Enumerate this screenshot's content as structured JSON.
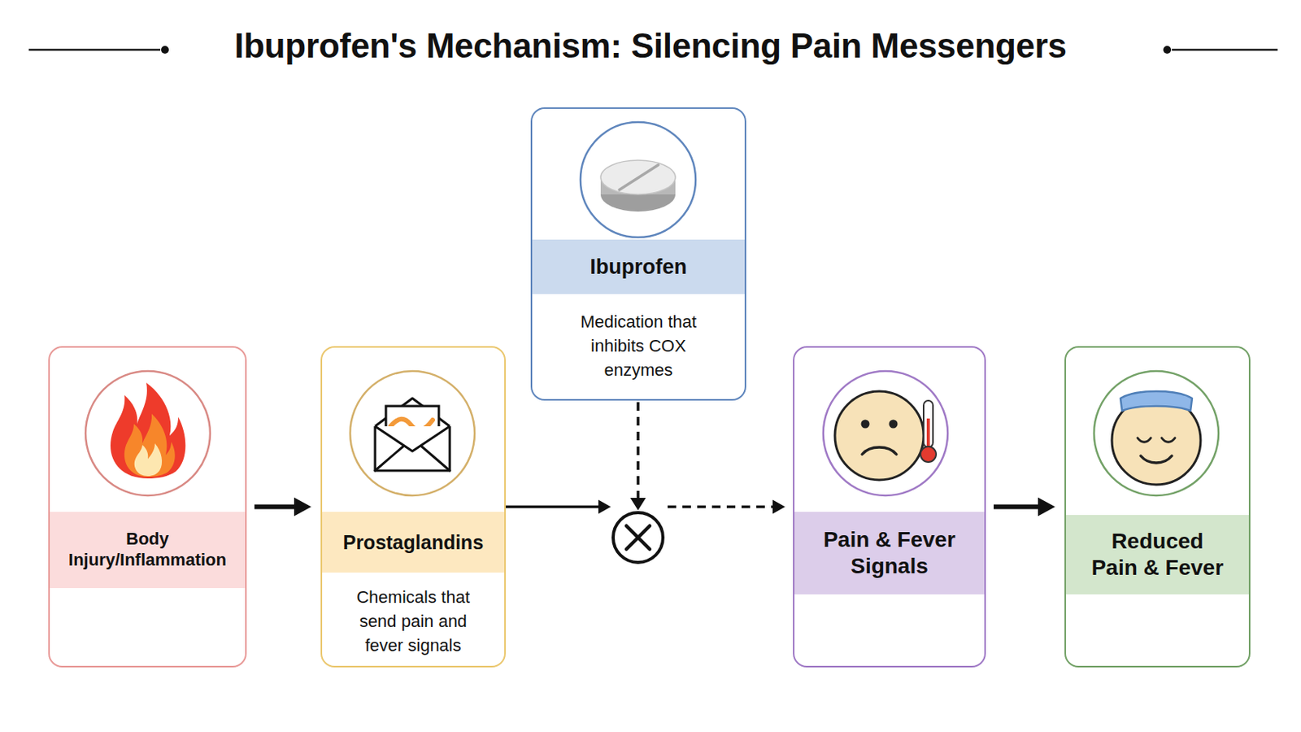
{
  "diagram": {
    "title": "Ibuprofen's Mechanism: Silencing Pain Messengers",
    "nodes": [
      {
        "text": [
          "Body Injury/Inflammation"
        ]
      },
      {
        "text": [
          "Prostaglandins",
          "Chemicals that send pain and fever signals"
        ]
      },
      {
        "text": [
          "Ibuprofen",
          "Medication that inhibits COX enzymes"
        ]
      },
      {
        "text": [
          "Pain & Fever Signals"
        ]
      },
      {
        "text": [
          "Reduced Pain & Fever"
        ]
      }
    ],
    "edges": [
      {
        "from": 0,
        "to": 1,
        "arrow": "to"
      },
      {
        "from": 1,
        "to": 3,
        "arrow": "to"
      },
      {
        "from": 3,
        "to": 4,
        "arrow": "to"
      }
    ]
  }
}
